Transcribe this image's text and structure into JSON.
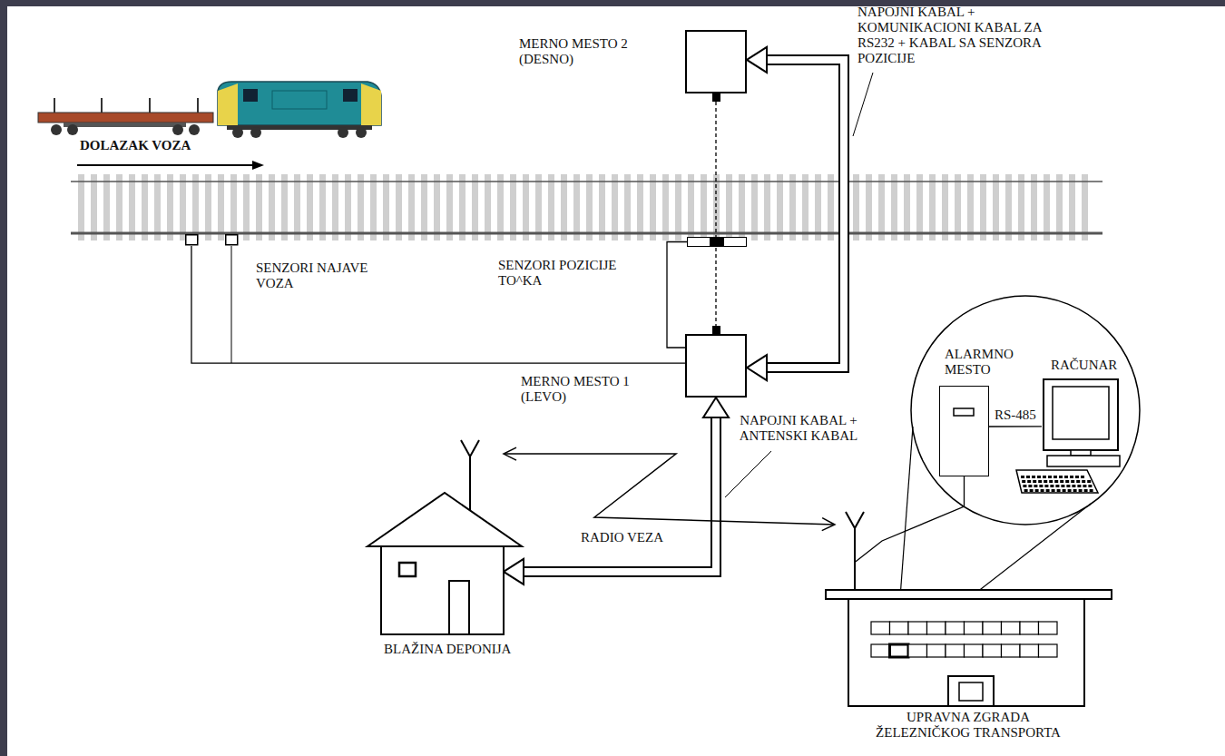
{
  "diagram": {
    "nodes": [
      {
        "text": [
          "MERNO MESTO 2 (DESNO)"
        ]
      },
      {
        "text": [
          "SENZORI NAJAVE VOZA"
        ]
      },
      {
        "text": [
          "SENZORI POZICIJE TO^KA"
        ]
      },
      {
        "text": [
          "MERNO MESTO 1 (LEVO)"
        ]
      },
      {
        "text": [
          "ALARMNO MESTO"
        ]
      },
      {
        "text": [
          "RAČUNAR"
        ]
      },
      {
        "text": [
          "BLAŽINA DEPONIJA"
        ]
      },
      {
        "text": [
          "UPRAVNA ZGRADA ŽELEZNIČKOG TRANSPORTA"
        ]
      }
    ],
    "edges": [
      {
        "from": 3,
        "to": 0,
        "arrow": "both"
      },
      {
        "from": 1,
        "to": 3,
        "arrow": "none"
      },
      {
        "from": 2,
        "to": 3,
        "arrow": "none"
      },
      {
        "from": 0,
        "to": 3,
        "arrow": "none"
      },
      {
        "from": 6,
        "to": 3,
        "arrow": "both"
      },
      {
        "from": 6,
        "to": 7,
        "label": "RADIO VEZA",
        "arrow": "both"
      },
      {
        "from": 7,
        "to": 4,
        "arrow": "none"
      },
      {
        "from": 4,
        "to": 5,
        "label": "RS-485",
        "arrow": "none"
      }
    ],
    "labels": [
      "DOLAZAK VOZA",
      "NAPOJNI KABAL + KOMUNIKACIONI KABAL ZA RS232 + KABAL SA SENZORA POZICIJE",
      "NAPOJNI KABAL + ANTENSKI KABAL"
    ]
  }
}
